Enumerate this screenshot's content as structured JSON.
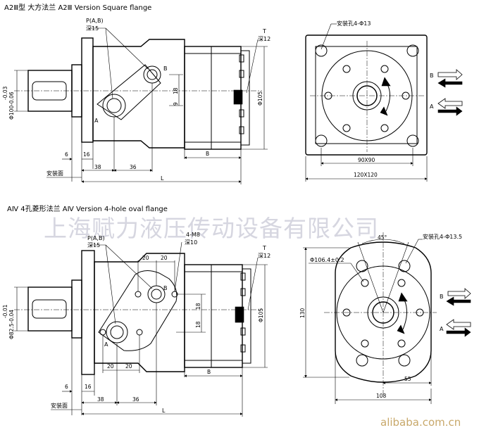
{
  "titles": {
    "top": "A2Ⅲ型 大方法兰 A2Ⅲ Version Square flange",
    "bottom": "AⅣ 4孔菱形法兰 AⅣ Version 4-hole oval flange"
  },
  "watermark": "上海赋力液压传动设备有限公司",
  "site": "alibaba.com.cn",
  "top_side": {
    "port": "P(A,B)",
    "port_depth": "深15",
    "t_label": "T",
    "t_depth": "深12",
    "a": "A",
    "b": "B",
    "dim_18": "18",
    "dim_9": "9",
    "dim_105": "Φ105",
    "shaft_tol_upper": "-0.03",
    "shaft_dia": "Φ100-0.06",
    "dim_6": "6",
    "dim_16": "16",
    "dim_38": "38",
    "dim_36": "36",
    "dim_B": "B",
    "mount_face": "安装面",
    "dim_L": "L"
  },
  "top_front": {
    "holes": "安装孔4-Φ13",
    "dim_90": "90X90",
    "dim_120": "120X120",
    "b": "B",
    "a": "A"
  },
  "bottom_side": {
    "port": "P(A,B)",
    "port_depth": "深15",
    "m8": "4-M8",
    "m8_depth": "深10",
    "t_label": "T",
    "t_depth": "深12",
    "a": "A",
    "b": "B",
    "dim_20a": "20",
    "dim_20b": "20",
    "dim_18a": "18",
    "dim_18b": "18",
    "dim_20c": "20",
    "dim_20d": "20",
    "dim_105": "Φ105",
    "shaft_tol_upper": "-0.01",
    "shaft_dia": "Φ82.5-0.04",
    "dim_6": "6",
    "dim_16": "16",
    "dim_38": "38",
    "dim_36": "36",
    "dim_B": "B",
    "mount_face": "安装面",
    "dim_L": "L"
  },
  "bottom_front": {
    "angle": "45°",
    "holes": "安装孔4-Φ13.5",
    "pcd": "Φ106.4±0.2",
    "dim_130": "130",
    "dim_55": "55",
    "dim_108": "108",
    "b": "B",
    "a": "A"
  }
}
